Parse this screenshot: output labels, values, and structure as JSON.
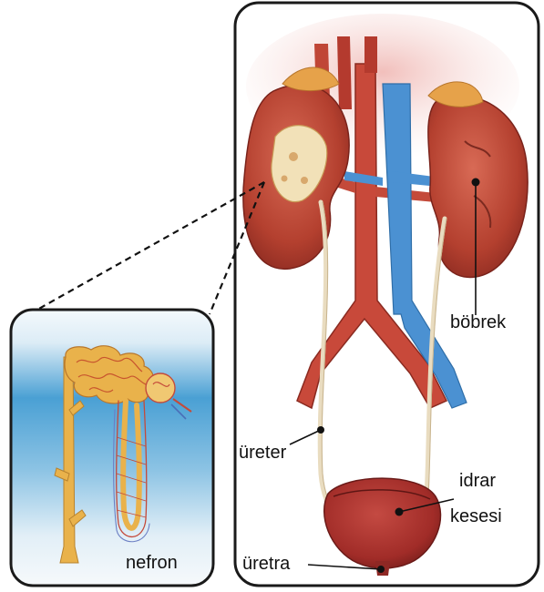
{
  "labels": {
    "kidney": "böbrek",
    "ureter": "üreter",
    "bladder_line1": "idrar",
    "bladder_line2": "kesesi",
    "urethra": "üretra",
    "nephron": "nefron"
  },
  "colors": {
    "kidney": "#b8483a",
    "artery": "#c44a3a",
    "vein": "#4a8fd1",
    "ureter": "#efe4cc",
    "bladder": "#a8312e",
    "nephron_tubule": "#e8b04a",
    "inset_bg_top": "#f2f8fc",
    "inset_bg_mid": "#3a96cc"
  }
}
